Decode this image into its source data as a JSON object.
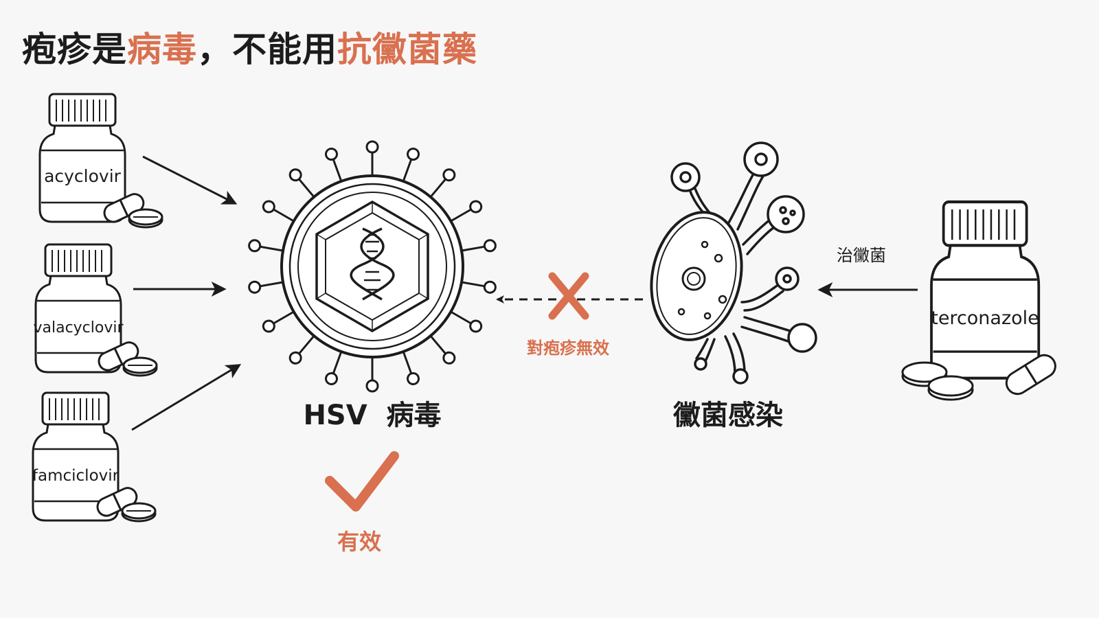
{
  "title": {
    "part1": "疱疹是",
    "part2": "病毒",
    "part3": "，不能用",
    "part4": "抗黴菌藥"
  },
  "antivirals": [
    {
      "label": "acyclovir"
    },
    {
      "label": "valacyclovir"
    },
    {
      "label": "famciclovir"
    }
  ],
  "virus": {
    "label": "HSV  病毒"
  },
  "effective": {
    "label": "有效"
  },
  "ineffective": {
    "label": "對疱疹無效"
  },
  "fungus": {
    "label": "黴菌感染"
  },
  "antifungal": {
    "label": "terconazole",
    "arrow_label": "治黴菌"
  },
  "colors": {
    "accent": "#d9704f",
    "ink": "#1c1c1c",
    "background": "#f7f7f7"
  }
}
